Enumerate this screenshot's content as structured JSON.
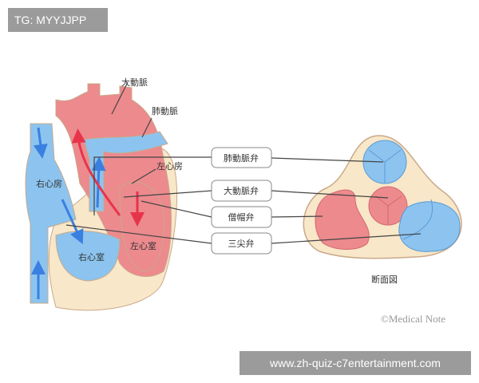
{
  "tag": "TG: MYYJJPP",
  "watermark": "www.zh-quiz-c7entertainment.com",
  "heart_labels": {
    "aorta": "大動脈",
    "pulmonary_artery": "肺動脈",
    "left_atrium": "左心房",
    "right_atrium": "右心房",
    "right_ventricle": "右心室",
    "left_ventricle": "左心室"
  },
  "valves": [
    {
      "label": "肺動脈弁"
    },
    {
      "label": "大動脈弁"
    },
    {
      "label": "僧帽弁"
    },
    {
      "label": "三尖弁"
    }
  ],
  "cross_section_caption": "断面図",
  "credit": "©Medical Note",
  "colors": {
    "blood_blue": "#8cc4ef",
    "blood_red": "#ec8a8e",
    "tissue": "#f8e7c8",
    "arrow_blue": "#3b7fe0",
    "arrow_red": "#e8344a"
  }
}
